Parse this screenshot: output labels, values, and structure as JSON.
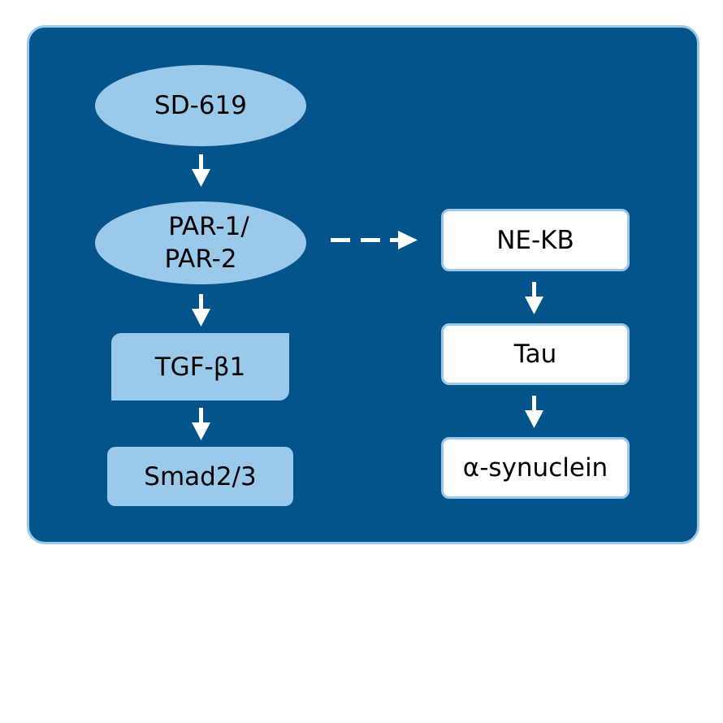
{
  "diagram": {
    "colors": {
      "background": "#02548a",
      "node_light": "#9bc9ea",
      "node_white": "#ffffff",
      "arrow": "#ffffff"
    },
    "nodes": {
      "sd619": "SD-619",
      "par_line1": "PAR-1/",
      "par_line2": "PAR-2",
      "tgf": "TGF-β1",
      "smad": "Smad2/3",
      "nfkb": "NE-KB",
      "tau": "Tau",
      "asyn": "α-synuclein"
    },
    "edges": [
      {
        "from": "SD-619",
        "to": "PAR-1/PAR-2",
        "style": "solid"
      },
      {
        "from": "PAR-1/PAR-2",
        "to": "TGF-β1",
        "style": "solid"
      },
      {
        "from": "TGF-β1",
        "to": "Smad2/3",
        "style": "solid"
      },
      {
        "from": "PAR-1/PAR-2",
        "to": "NE-KB",
        "style": "dashed"
      },
      {
        "from": "NE-KB",
        "to": "Tau",
        "style": "solid"
      },
      {
        "from": "Tau",
        "to": "α-synuclein",
        "style": "solid"
      }
    ]
  }
}
